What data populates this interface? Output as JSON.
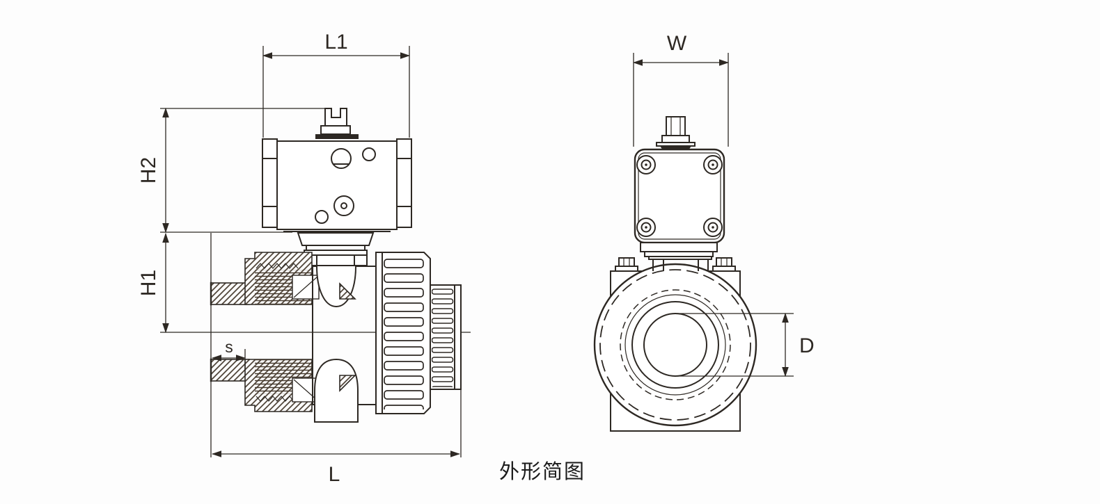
{
  "caption": "外形简图",
  "colors": {
    "line": "#2d2823",
    "hatch": "#463a2e",
    "background": "#fdfdfd"
  },
  "dimension_labels": {
    "L1": "L1",
    "W": "W",
    "H2": "H2",
    "H1": "H1",
    "s": "s",
    "L": "L",
    "D": "D"
  }
}
